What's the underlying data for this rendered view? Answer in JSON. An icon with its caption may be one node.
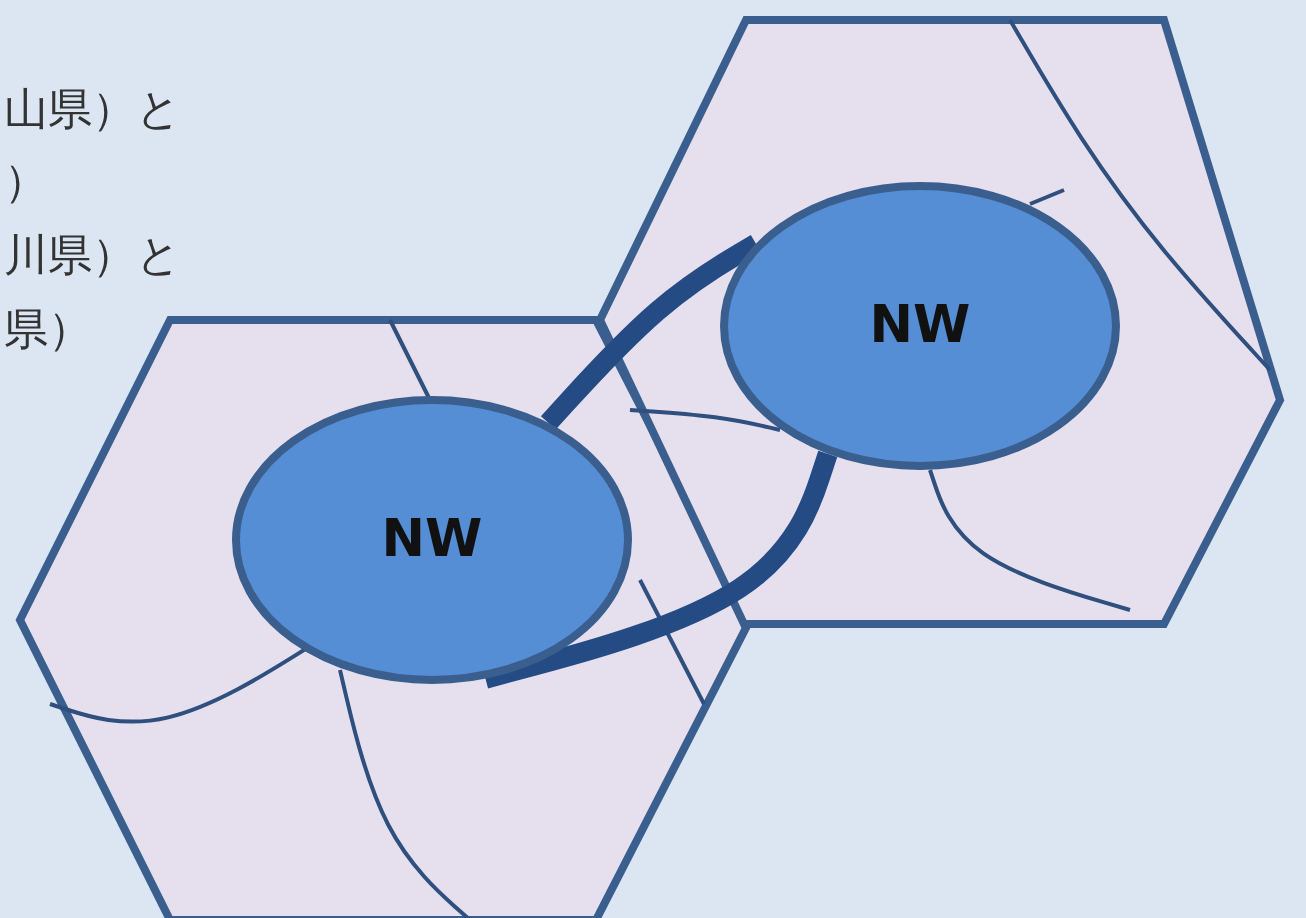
{
  "diagram": {
    "nodes": [
      {
        "text": [],
        "shape": "hexagon"
      },
      {
        "text": [
          "NW"
        ],
        "in": 0
      },
      {
        "text": [],
        "shape": "hexagon"
      },
      {
        "text": [
          "NW"
        ],
        "in": 2
      }
    ],
    "edges": [
      {
        "from": 1,
        "to": 3,
        "arrow": "none"
      },
      {
        "from": 1,
        "to": 3,
        "arrow": "none"
      }
    ],
    "labels": [
      "山県）と",
      "）",
      "川県）と",
      "県）"
    ]
  }
}
